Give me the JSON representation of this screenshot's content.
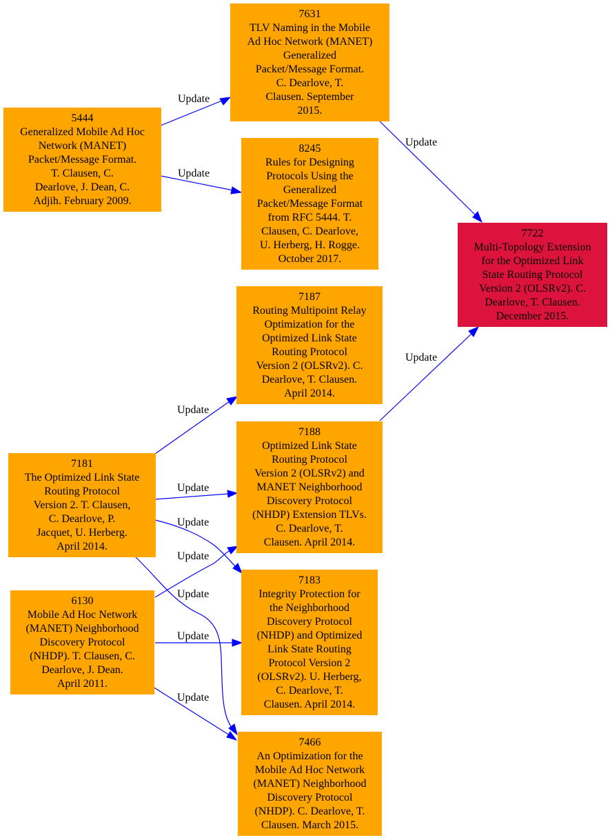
{
  "colors": {
    "node_default": "#ffa500",
    "node_highlight": "#dc143c",
    "edge": "#0000ff"
  },
  "nodes": {
    "n5444": {
      "number": "5444",
      "lines": [
        "Generalized Mobile Ad Hoc",
        "Network (MANET)",
        "Packet/Message Format.",
        "T. Clausen, C.",
        "Dearlove, J. Dean, C.",
        "Adjih. February 2009."
      ]
    },
    "n7631": {
      "number": "7631",
      "lines": [
        "TLV Naming in the Mobile",
        "Ad Hoc Network (MANET)",
        "Generalized",
        "Packet/Message Format.",
        "C. Dearlove, T.",
        "Clausen. September",
        "2015."
      ]
    },
    "n8245": {
      "number": "8245",
      "lines": [
        "Rules for Designing",
        "Protocols Using the",
        "Generalized",
        "Packet/Message Format",
        "from RFC 5444. T.",
        "Clausen, C. Dearlove,",
        "U. Herberg, H. Rogge.",
        "October 2017."
      ]
    },
    "n7722": {
      "number": "7722",
      "lines": [
        "Multi-Topology Extension",
        "for the Optimized Link",
        "State Routing Protocol",
        "Version 2 (OLSRv2). C.",
        "Dearlove, T. Clausen.",
        "December 2015."
      ]
    },
    "n7187": {
      "number": "7187",
      "lines": [
        "Routing Multipoint Relay",
        "Optimization for the",
        "Optimized Link State",
        "Routing Protocol",
        "Version 2 (OLSRv2). C.",
        "Dearlove, T. Clausen.",
        "April 2014."
      ]
    },
    "n7188": {
      "number": "7188",
      "lines": [
        "Optimized Link State",
        "Routing Protocol",
        "Version 2 (OLSRv2) and",
        "MANET Neighborhood",
        "Discovery Protocol",
        "(NHDP) Extension TLVs.",
        "C. Dearlove, T.",
        "Clausen. April 2014."
      ]
    },
    "n7181": {
      "number": "7181",
      "lines": [
        "The Optimized Link State",
        "Routing Protocol",
        "Version 2. T. Clausen,",
        "C. Dearlove, P.",
        "Jacquet, U. Herberg.",
        "April 2014."
      ]
    },
    "n6130": {
      "number": "6130",
      "lines": [
        "Mobile Ad Hoc Network",
        "(MANET) Neighborhood",
        "Discovery Protocol",
        "(NHDP). T. Clausen, C.",
        "Dearlove, J. Dean.",
        "April 2011."
      ]
    },
    "n7183": {
      "number": "7183",
      "lines": [
        "Integrity Protection for",
        "the Neighborhood",
        "Discovery Protocol",
        "(NHDP) and Optimized",
        "Link State Routing",
        "Protocol Version 2",
        "(OLSRv2). U. Herberg,",
        "C. Dearlove, T.",
        "Clausen. April 2014."
      ]
    },
    "n7466": {
      "number": "7466",
      "lines": [
        "An Optimization for the",
        "Mobile Ad Hoc Network",
        "(MANET) Neighborhood",
        "Discovery Protocol",
        "(NHDP). C. Dearlove, T.",
        "Clausen. March 2015."
      ]
    }
  },
  "edges": [
    {
      "from": "5444",
      "to": "7631",
      "label": "Update"
    },
    {
      "from": "5444",
      "to": "8245",
      "label": "Update"
    },
    {
      "from": "7631",
      "to": "7722",
      "label": "Update"
    },
    {
      "from": "7188",
      "to": "7722",
      "label": "Update"
    },
    {
      "from": "7181",
      "to": "7187",
      "label": "Update"
    },
    {
      "from": "7181",
      "to": "7188",
      "label": "Update"
    },
    {
      "from": "7181",
      "to": "7183",
      "label": "Update"
    },
    {
      "from": "7181",
      "to": "7466",
      "label": "Update"
    },
    {
      "from": "6130",
      "to": "7188",
      "label": "Update"
    },
    {
      "from": "6130",
      "to": "7183",
      "label": "Update"
    },
    {
      "from": "6130",
      "to": "7466",
      "label": "Update"
    }
  ]
}
